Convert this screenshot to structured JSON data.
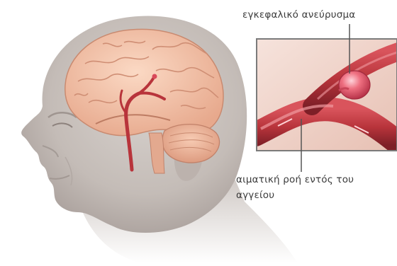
{
  "labels": {
    "aneurysm": "εγκεφαλικό ανεύρυσμα",
    "flow_line1": "αιματική ροή εντός του",
    "flow_line2": "αγγείου"
  },
  "colors": {
    "skin_light": "#e9e5e2",
    "skin_mid": "#cdc6c2",
    "skin_dark": "#9a918d",
    "brain": "#f4c6ad",
    "brain_fold": "#d49a80",
    "vessel": "#b8343b",
    "vessel_dark": "#7e1f27",
    "aneurysm": "#d94a5a",
    "inset_bg": "#f1d7cf",
    "inset_border": "#7b7b7b",
    "label_text": "#3a3a3a"
  }
}
